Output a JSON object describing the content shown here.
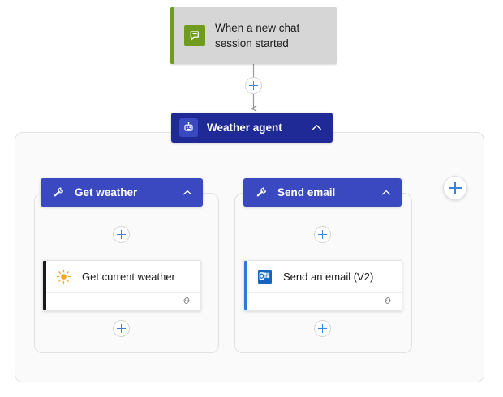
{
  "flow": {
    "trigger": {
      "label": "When a new chat session started",
      "icon": "chat-bubble-icon",
      "accent_color": "#6f9c1e",
      "background_color": "#d6d6d6"
    },
    "agent": {
      "label": "Weather agent",
      "icon": "robot-icon",
      "background_color": "#1f2a96",
      "chevron": "chevron-up-icon",
      "expanded": true
    },
    "branches": [
      {
        "label": "Get weather",
        "icon": "wrench-tool-icon",
        "background_color": "#3a49bf",
        "chevron": "chevron-up-icon",
        "expanded": true,
        "action": {
          "label": "Get current weather",
          "icon": "sun-icon",
          "accent_color": "#191919",
          "footer_icon": "connector-icon"
        }
      },
      {
        "label": "Send email",
        "icon": "wrench-tool-icon",
        "background_color": "#3a49bf",
        "chevron": "chevron-up-icon",
        "expanded": true,
        "action": {
          "label": "Send an email (V2)",
          "icon": "outlook-icon",
          "accent_color": "#2f7ad8",
          "footer_icon": "connector-icon"
        }
      }
    ],
    "add_buttons": {
      "after_trigger": "add-step-icon",
      "branch_left_top": "add-step-icon",
      "branch_left_bottom": "add-step-icon",
      "branch_right_top": "add-step-icon",
      "branch_right_bottom": "add-step-icon",
      "add_branch": "add-branch-icon"
    },
    "colors": {
      "canvas": "#ffffff",
      "container": "#fafafa",
      "container_border": "#e1e1e1",
      "connector": "#9a9a9a",
      "plus_glyph": "#3b83e0"
    }
  }
}
